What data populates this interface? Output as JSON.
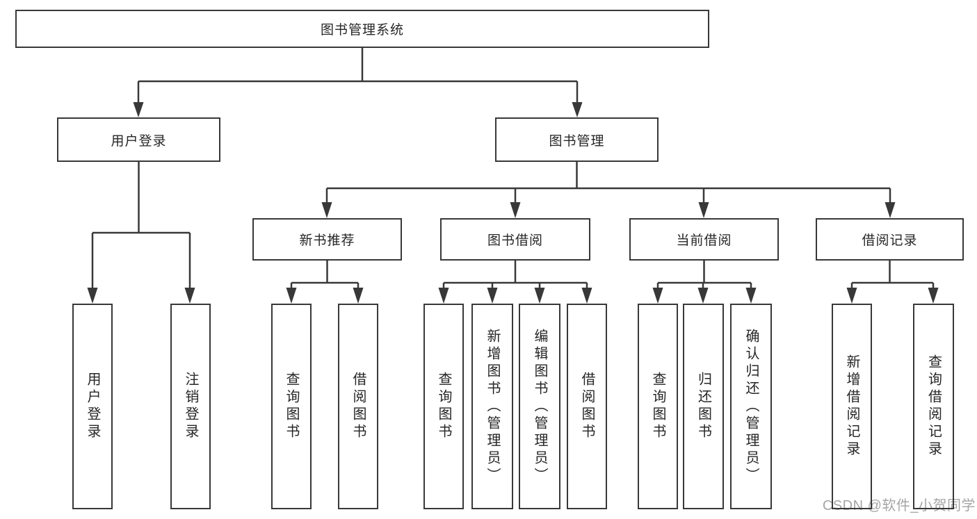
{
  "diagram_title": "图书管理系统",
  "tree": {
    "label": "图书管理系统",
    "children": [
      {
        "label": "用户登录",
        "children": [
          {
            "label": "用户登录"
          },
          {
            "label": "注销登录"
          }
        ]
      },
      {
        "label": "图书管理",
        "children": [
          {
            "label": "新书推荐",
            "children": [
              {
                "label": "查询图书"
              },
              {
                "label": "借阅图书"
              }
            ]
          },
          {
            "label": "图书借阅",
            "children": [
              {
                "label": "查询图书"
              },
              {
                "label": "新增图书（管理员）"
              },
              {
                "label": "编辑图书（管理员）"
              },
              {
                "label": "借阅图书"
              }
            ]
          },
          {
            "label": "当前借阅",
            "children": [
              {
                "label": "查询图书"
              },
              {
                "label": "归还图书"
              },
              {
                "label": "确认归还（管理员）"
              }
            ]
          },
          {
            "label": "借阅记录",
            "children": [
              {
                "label": "新增借阅记录"
              },
              {
                "label": "查询借阅记录"
              }
            ]
          }
        ]
      }
    ]
  },
  "watermark": {
    "text": "CSDN @软件_小贺同学"
  },
  "colors": {
    "line": "#383838",
    "text": "#262626",
    "watermark": "#a5a5a5",
    "background": "#ffffff"
  }
}
